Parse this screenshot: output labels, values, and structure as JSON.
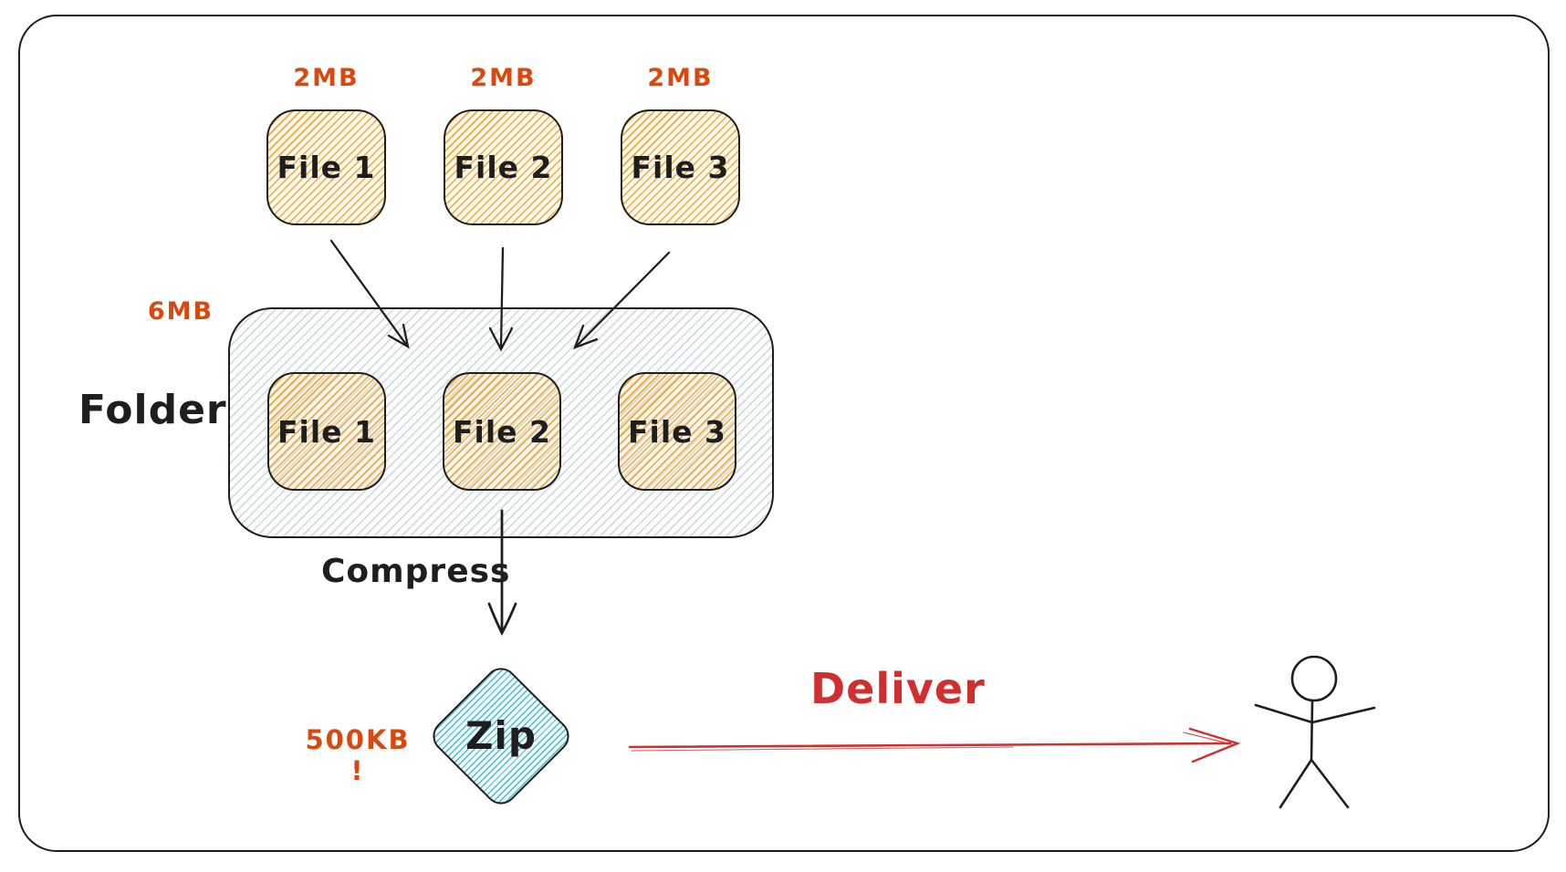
{
  "diagram": {
    "source_files": [
      {
        "label": "File 1",
        "size": "2MB"
      },
      {
        "label": "File 2",
        "size": "2MB"
      },
      {
        "label": "File 3",
        "size": "2MB"
      }
    ],
    "folder": {
      "label": "Folder",
      "size": "6MB",
      "files": [
        {
          "label": "File 1"
        },
        {
          "label": "File 2"
        },
        {
          "label": "File 3"
        }
      ]
    },
    "compress": {
      "label": "Compress"
    },
    "zip": {
      "label": "Zip",
      "size": "500KB !"
    },
    "deliver": {
      "label": "Deliver"
    },
    "colors": {
      "ink": "#1e1e1e",
      "size_label_orange": "#d9480f",
      "file_hatch_orange": "#f08c00",
      "folder_hatch_gray": "#ced4da",
      "zip_hatch_cyan": "#22b8cf",
      "deliver_red": "#cf2f2f"
    }
  }
}
